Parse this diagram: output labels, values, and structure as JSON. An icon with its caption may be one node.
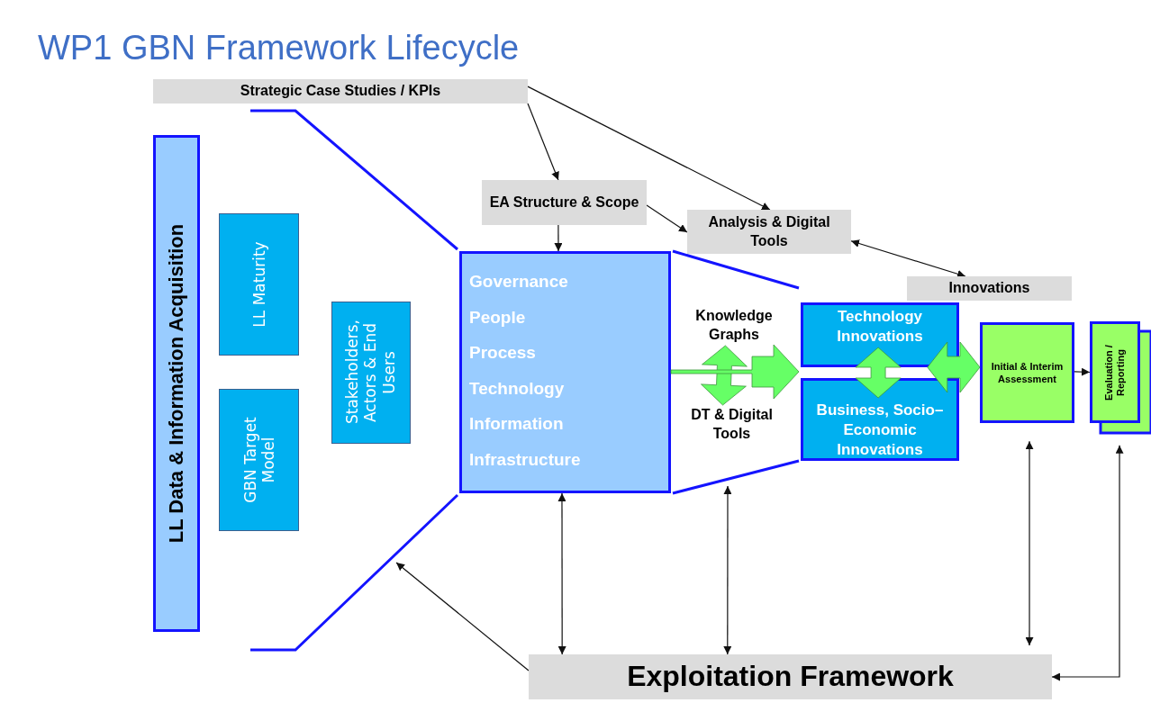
{
  "diagram": {
    "title": "WP1 GBN Framework Lifecycle",
    "nodes": [
      {
        "text": [
          "Strategic Case Studies / KPIs"
        ]
      },
      {
        "text": [
          "LL Data & Information Acquisition"
        ]
      },
      {
        "text": [
          "LL Maturity"
        ]
      },
      {
        "text": [
          "GBN Target Model"
        ]
      },
      {
        "text": [
          "Stakeholders, Actors & End Users"
        ]
      },
      {
        "text": [
          "EA Structure & Scope"
        ]
      },
      {
        "text": [
          "Analysis & Digital Tools"
        ]
      },
      {
        "text": [
          "Governance",
          "People",
          "Process",
          "Technology",
          "Information",
          "Infrastructure"
        ]
      },
      {
        "text": [
          "Knowledge Graphs"
        ]
      },
      {
        "text": [
          "DT & Digital Tools"
        ]
      },
      {
        "text": [
          "Innovations"
        ]
      },
      {
        "text": [
          "Technology Innovations"
        ]
      },
      {
        "text": [
          "Business, Socio–Economic Innovations"
        ]
      },
      {
        "text": [
          "Initial & Interim Assessment"
        ]
      },
      {
        "text": [
          "Evaluation / Reporting"
        ]
      },
      {
        "text": [
          "Exploitation Framework"
        ]
      }
    ],
    "edges": [
      {
        "from": 0,
        "to": 5,
        "arrow": "to"
      },
      {
        "from": 0,
        "to": 6,
        "arrow": "to"
      },
      {
        "from": 5,
        "to": 7,
        "arrow": "to"
      },
      {
        "from": 5,
        "to": 6,
        "arrow": "to"
      },
      {
        "from": 6,
        "to": 10,
        "arrow": "both"
      },
      {
        "from": 8,
        "to": 9,
        "arrow": "both",
        "style": "thick",
        "color": "#66ff66"
      },
      {
        "from": 7,
        "to": null,
        "arrow": "to",
        "style": "thick",
        "color": "#66ff66"
      },
      {
        "from": 11,
        "to": 12,
        "arrow": "both",
        "style": "thick",
        "color": "#66ff66"
      },
      {
        "from": 11,
        "to": 13,
        "arrow": "both",
        "style": "thick",
        "color": "#66ff66"
      },
      {
        "from": 13,
        "to": 14,
        "arrow": "to"
      },
      {
        "from": 7,
        "to": 15,
        "arrow": "both"
      },
      {
        "from": 15,
        "to": null,
        "arrow": "both"
      },
      {
        "from": 15,
        "to": null,
        "arrow": "to"
      },
      {
        "from": 13,
        "to": 15,
        "arrow": "both"
      },
      {
        "from": 14,
        "to": 15,
        "arrow": "both"
      }
    ]
  }
}
